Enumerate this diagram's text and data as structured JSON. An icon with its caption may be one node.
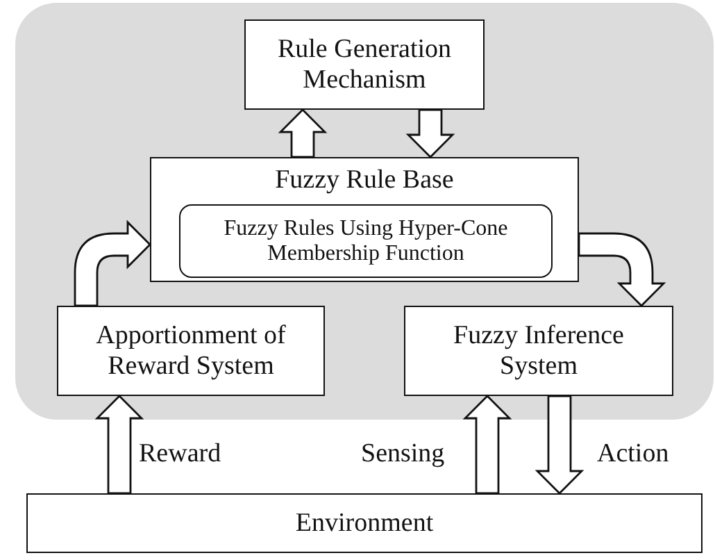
{
  "diagram": {
    "nodes": [
      {
        "text": [],
        "shape": "box"
      },
      {
        "text": [
          "Rule Generation Mechanism"
        ],
        "in": 0
      },
      {
        "text": [
          "Fuzzy Rule Base"
        ],
        "in": 0
      },
      {
        "text": [
          "Fuzzy Rules Using Hyper-Cone Membership Function"
        ],
        "in": 2
      },
      {
        "text": [
          "Apportionment of Reward System"
        ],
        "in": 0
      },
      {
        "text": [
          "Fuzzy Inference System"
        ],
        "in": 0
      },
      {
        "text": [
          "Environment"
        ]
      }
    ],
    "edges": [
      {
        "from": 2,
        "to": 1,
        "arrow": "to"
      },
      {
        "from": 1,
        "to": 2,
        "arrow": "to"
      },
      {
        "from": 4,
        "to": 2,
        "arrow": "to"
      },
      {
        "from": 2,
        "to": 5,
        "arrow": "to"
      },
      {
        "from": 6,
        "to": 4,
        "arrow": "to",
        "label": "Reward"
      },
      {
        "from": 6,
        "to": 5,
        "arrow": "to",
        "label": "Sensing"
      },
      {
        "from": 5,
        "to": 6,
        "arrow": "to",
        "label": "Action"
      }
    ]
  }
}
